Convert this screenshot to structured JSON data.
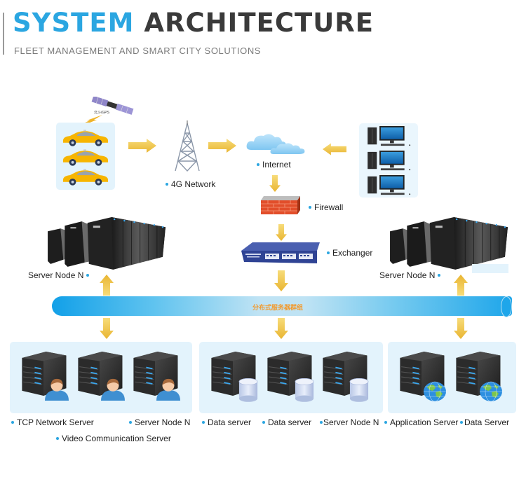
{
  "header": {
    "title_part1": "SYSTEM",
    "title_part2": "ARCHITECTURE",
    "subtitle": "FLEET MANAGEMENT AND SMART CITY SOLUTIONS"
  },
  "colors": {
    "accent_blue": "#2ba6e1",
    "title_dark": "#3a3a3a",
    "arrow_gold": "#f0c64a",
    "panel_bg": "#e3f3fc",
    "bus_label": "#f29a2e"
  },
  "top_row": {
    "satellite_label": "北斗/GPS",
    "vehicles_icon": "taxi-icon",
    "network_label": "4G Network",
    "internet_label": "Internet",
    "firewall_label": "Firewall",
    "exchanger_label": "Exchanger",
    "clients_icon": "desktop-computer-icon"
  },
  "server_nodes": {
    "left_label": "Server Node N",
    "right_label": "Server Node N"
  },
  "bus": {
    "label": "分布式服务器群组"
  },
  "groups": [
    {
      "name": "communication",
      "badge_icon": "user-icon",
      "labels": [
        "TCP Network Server",
        "Server Node N",
        "Video Communication Server"
      ]
    },
    {
      "name": "data",
      "badge_icon": "database-icon",
      "labels": [
        "Data server",
        "Data server",
        "Server Node N"
      ]
    },
    {
      "name": "application",
      "badge_icon": "globe-icon",
      "labels": [
        "Application Server",
        "Data Server"
      ]
    }
  ]
}
